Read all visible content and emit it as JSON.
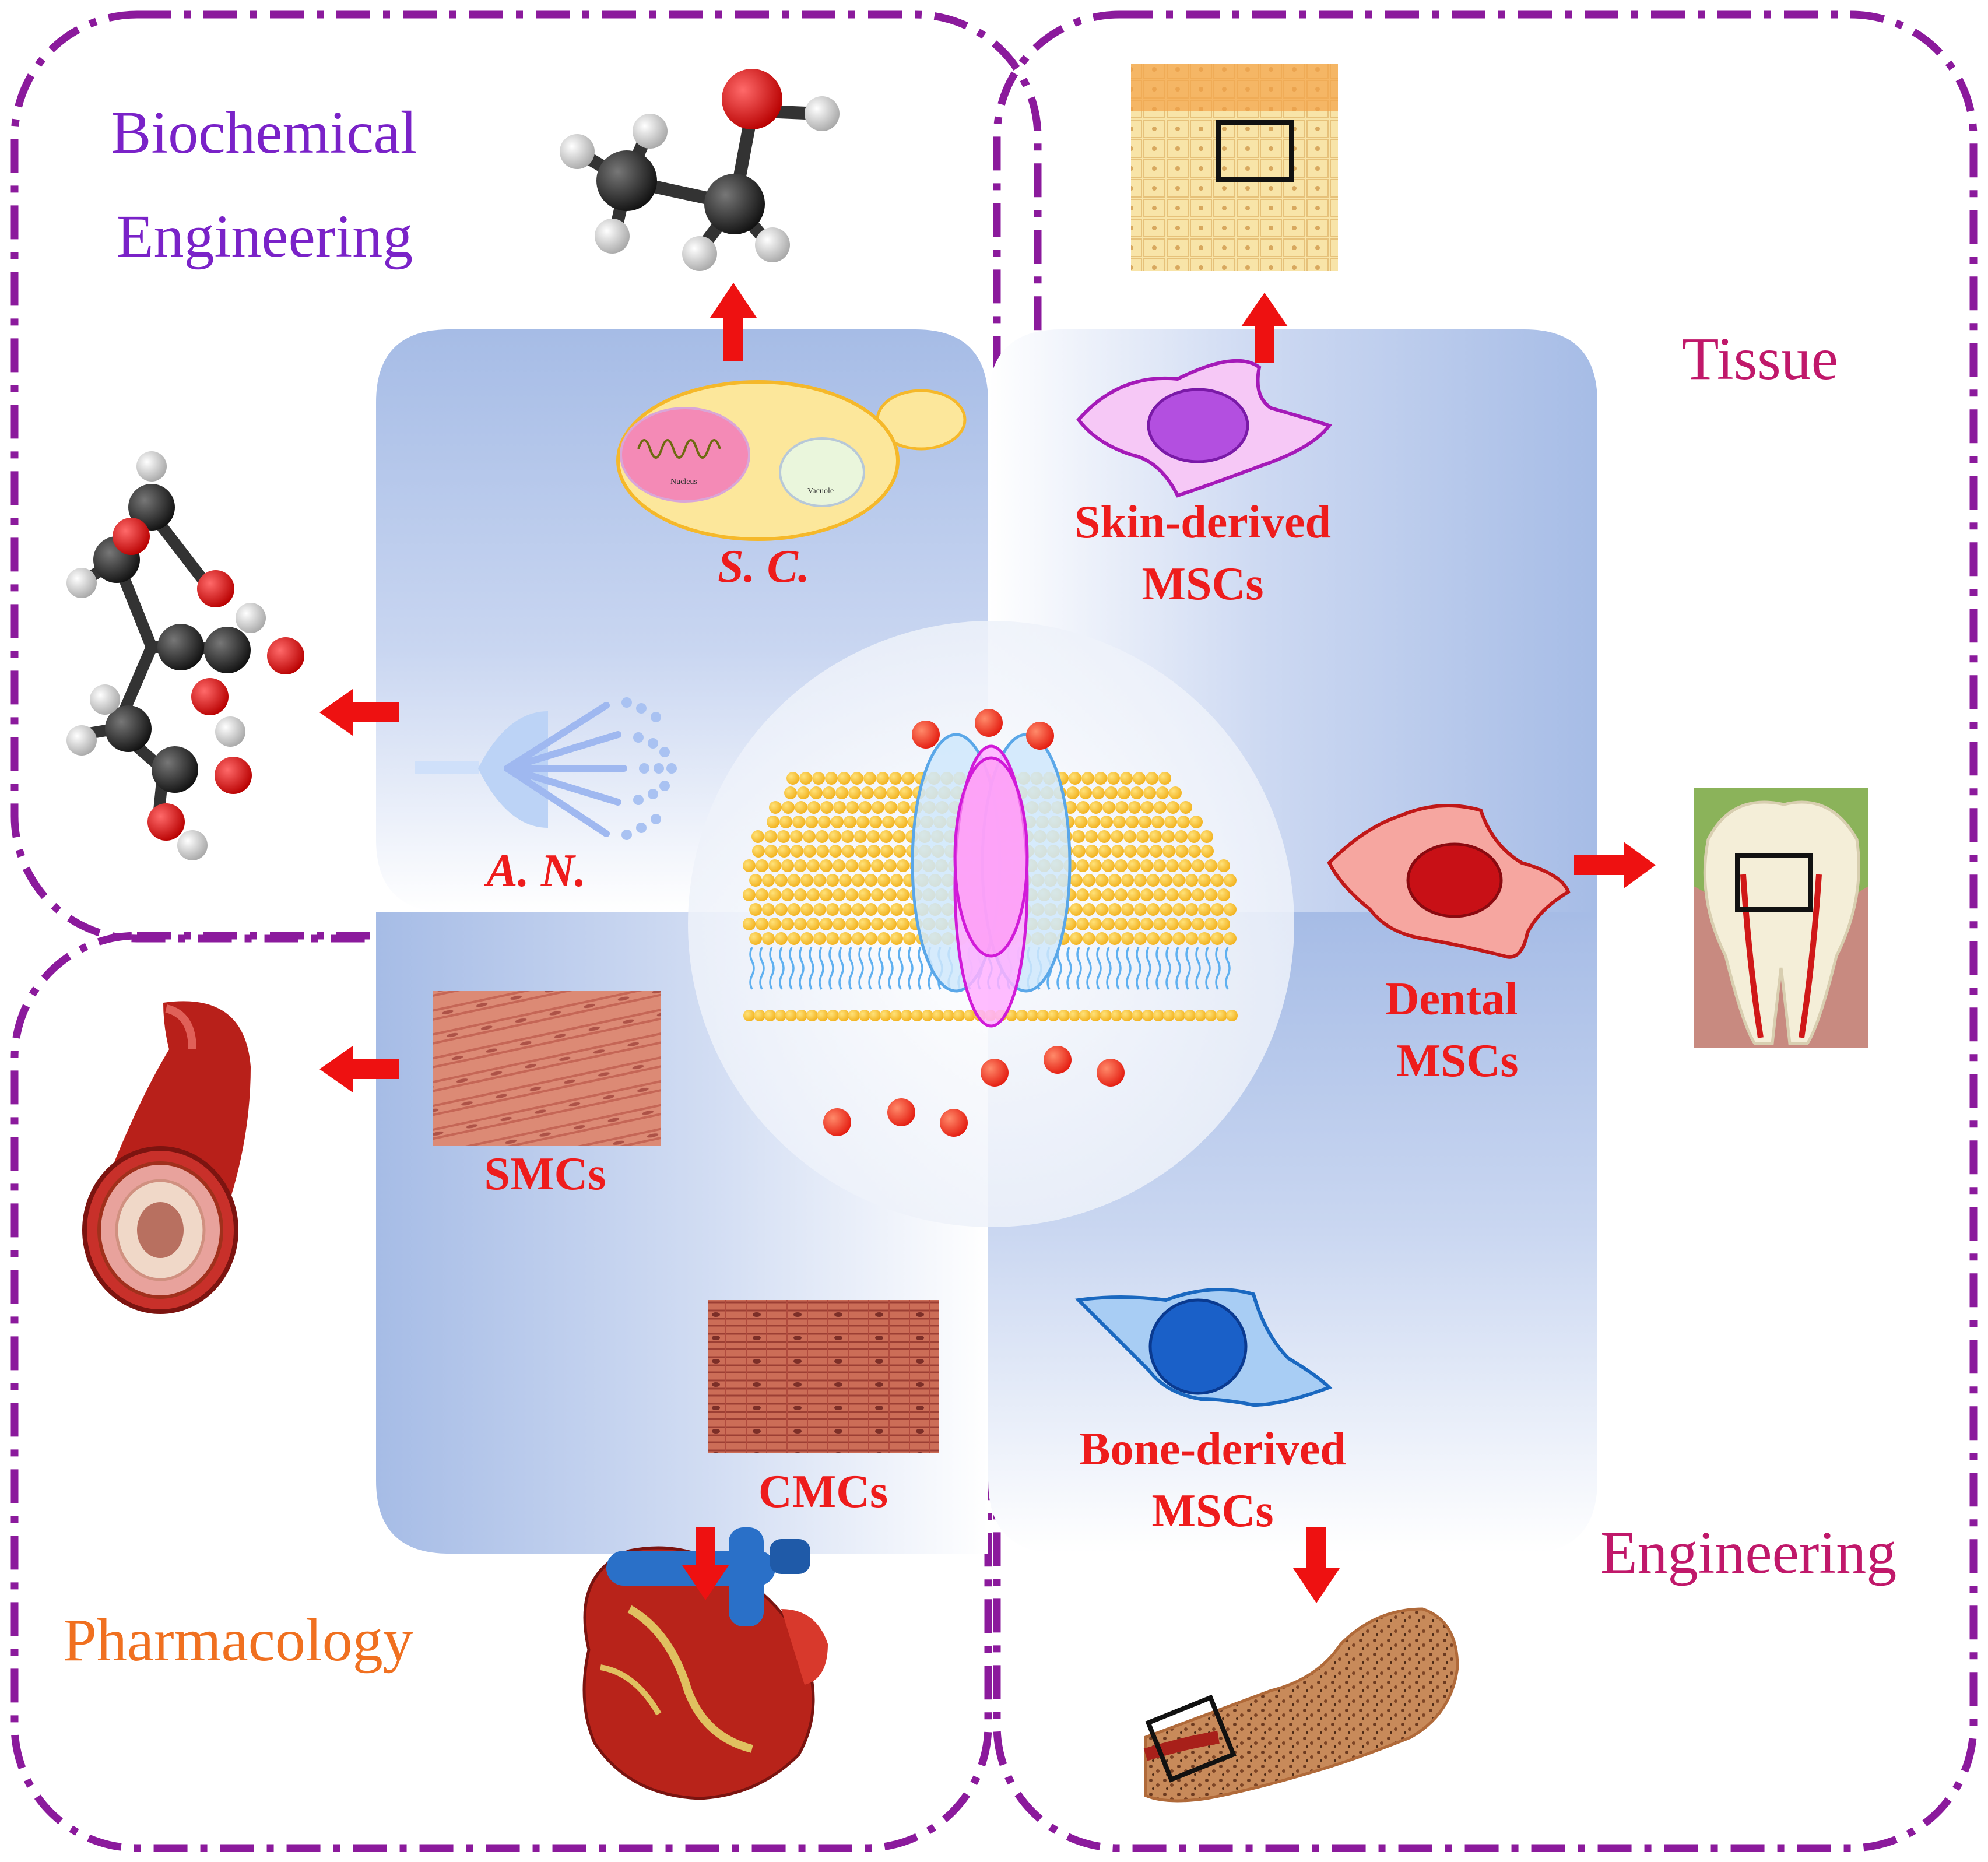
{
  "sections": {
    "biochemical_line1": "Biochemical",
    "biochemical_line2": "Engineering",
    "pharmacology": "Pharmacology",
    "tissue": "Tissue",
    "engineering": "Engineering"
  },
  "cells": {
    "sc": "S. C.",
    "an": "A. N.",
    "skin_line1": "Skin-derived",
    "skin_line2": "MSCs",
    "dental_line1": "Dental",
    "dental_line2": "MSCs",
    "smcs": "SMCs",
    "cmcs": "CMCs",
    "bone_line1": "Bone-derived",
    "bone_line2": "MSCs"
  },
  "yeast": {
    "nucleus": "Nucleus",
    "vacuole": "Vacuole"
  },
  "colors": {
    "frame": "#8b1a9c",
    "biochemical": "#7a22c8",
    "pharmacology": "#f07020",
    "tissue": "#c0186a",
    "cell_label": "#ee1c1c",
    "arrow": "#ee1111",
    "panel": "#a8bde6"
  }
}
